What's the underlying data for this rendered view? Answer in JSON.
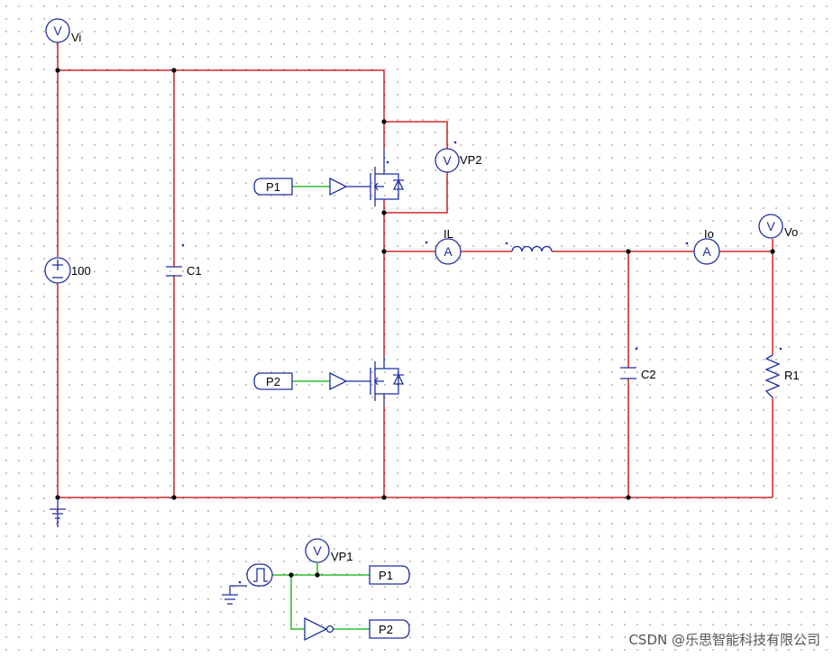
{
  "schematic": {
    "meters": {
      "vi": {
        "symbol": "V",
        "label": "Vi"
      },
      "vp2": {
        "symbol": "V",
        "label": "VP2"
      },
      "il": {
        "symbol": "A",
        "label": "IL"
      },
      "io": {
        "symbol": "A",
        "label": "Io"
      },
      "vo": {
        "symbol": "V",
        "label": "Vo"
      },
      "vp1": {
        "symbol": "V",
        "label": "VP1"
      }
    },
    "source": {
      "value": "100"
    },
    "capacitors": {
      "c1": "C1",
      "c2": "C2"
    },
    "resistor": {
      "r1": "R1"
    },
    "ports": {
      "p1_in": "P1",
      "p2_in": "P2",
      "p1_out": "P1",
      "p2_out": "P2"
    },
    "colors": {
      "power_wire": "#c00000",
      "signal_wire": "#00b000",
      "component": "#1f2fa0"
    }
  },
  "watermark": "CSDN @乐思智能科技有限公司"
}
